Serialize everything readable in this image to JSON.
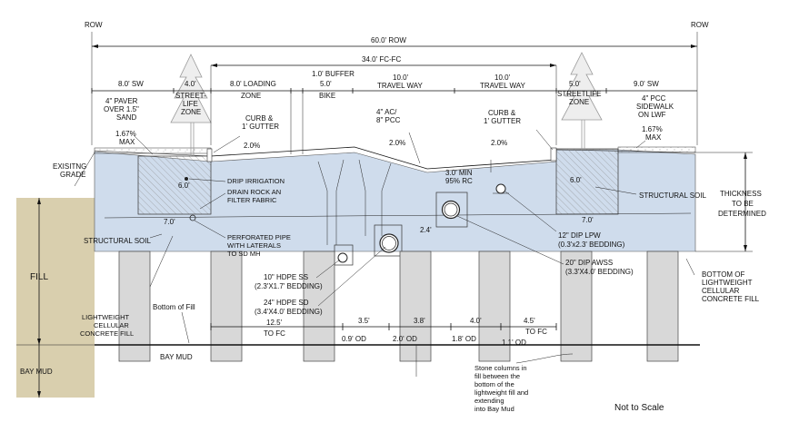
{
  "colors": {
    "lightweight_fill": "#cfdcec",
    "fill_zone": "#d9cfae",
    "column": "#d8d8d8",
    "hatch": "#6e6e6e"
  },
  "labels": {
    "row_left": "ROW",
    "row_right": "ROW",
    "total_width": "60.0' ROW",
    "fc_fc": "34.0' FC-FC",
    "buffer": "1.0' BUFFER",
    "seg_sw_left_dim": "8.0' SW",
    "seg_streetlife_left_dim": "4.0'",
    "seg_streetlife_left_name": [
      "STREET-",
      "LIFE",
      "ZONE"
    ],
    "seg_loading_dim": "8.0' LOADING",
    "seg_loading_name": "ZONE",
    "seg_bike_dim": "5.0'",
    "seg_bike_name": "BIKE",
    "seg_travel1_dim": "10.0'",
    "seg_travel1_name": "TRAVEL WAY",
    "seg_travel2_dim": "10.0'",
    "seg_travel2_name": "TRAVEL WAY",
    "seg_streetlife_right_dim": "5.0'",
    "seg_streetlife_right_name": [
      "STREETLIFE",
      "ZONE"
    ],
    "seg_sw_right_dim": "9.0' SW",
    "paver": [
      "4\" PAVER",
      "OVER 1.5\"",
      "SAND"
    ],
    "slope_left": [
      "1.67%",
      "MAX"
    ],
    "curb_left": [
      "CURB &",
      "1' GUTTER"
    ],
    "ac_pcc": [
      "4\" AC/",
      "8\" PCC"
    ],
    "curb_right": [
      "CURB &",
      "1' GUTTER"
    ],
    "pcc_sidewalk": [
      "4\" PCC",
      "SIDEWALK",
      "ON LWF"
    ],
    "slope_right": [
      "1.67%",
      "MAX"
    ],
    "slope_road_1": "2.0%",
    "slope_road_2": "2.0%",
    "slope_road_3": "2.0%",
    "existing_grade": [
      "EXISITNG",
      "GRADE"
    ],
    "planter_left_depth": "6.0'",
    "planter_left_width": "7.0'",
    "planter_right_depth": "6.0'",
    "planter_right_width": "7.0'",
    "drip_irrigation": "DRIP IRRIGATION",
    "drain_rock": [
      "DRAIN ROCK AN",
      "FILTER FABRIC"
    ],
    "perforated_pipe": [
      "PERFORATED PIPE",
      "WITH LATERALS",
      "TO SD MH"
    ],
    "structural_soil_left": "STRUCTURAL SOIL",
    "structural_soil_right": "STRUCTURAL SOIL",
    "min_cover": [
      "3.0' MIN",
      "95% RC"
    ],
    "dim_2_4": "2.4'",
    "dip_lpw": [
      "12\" DIP LPW",
      "(0.3'x2.3' BEDDING)"
    ],
    "dip_awss": [
      "20\" DIP AWSS",
      "(3.3'X4.0' BEDDING)"
    ],
    "hdpe_ss": [
      "10\" HDPE SS",
      "(2.3'X1.7' BEDDING)"
    ],
    "hdpe_sd": [
      "24\" HDPE SD",
      "(3.4'X4.0' BEDDING)"
    ],
    "thickness": [
      "THICKNESS",
      "TO BE",
      "DETERMINED"
    ],
    "bottom_lwf": [
      "BOTTOM OF",
      "LIGHTWEIGHT",
      "CELLULAR",
      "CONCRETE FILL"
    ],
    "fill": "FILL",
    "lwcf": [
      "LIGHTWEIGHT",
      "CELLULAR",
      "CONCRETE FILL"
    ],
    "bottom_of_fill": "Bottom of Fill",
    "bay_mud_left": "BAY MUD",
    "bay_mud_center": "BAY MUD",
    "dim_12_5": [
      "12.5'",
      "TO FC"
    ],
    "dim_3_5": "3.5'",
    "dim_3_8": "3.8'",
    "dim_4_0": "4.0'",
    "dim_4_5": [
      "4.5'",
      "TO FC"
    ],
    "od_0_9": "0.9' OD",
    "od_2_0": "2.0' OD",
    "od_1_8": "1.8' OD",
    "od_1_1": "1.1' OD",
    "stone_columns": [
      "Stone columns in",
      "fill between the",
      "bottom of the",
      "lightweight fill and",
      "extending",
      "into Bay Mud"
    ],
    "not_to_scale": "Not to Scale"
  }
}
